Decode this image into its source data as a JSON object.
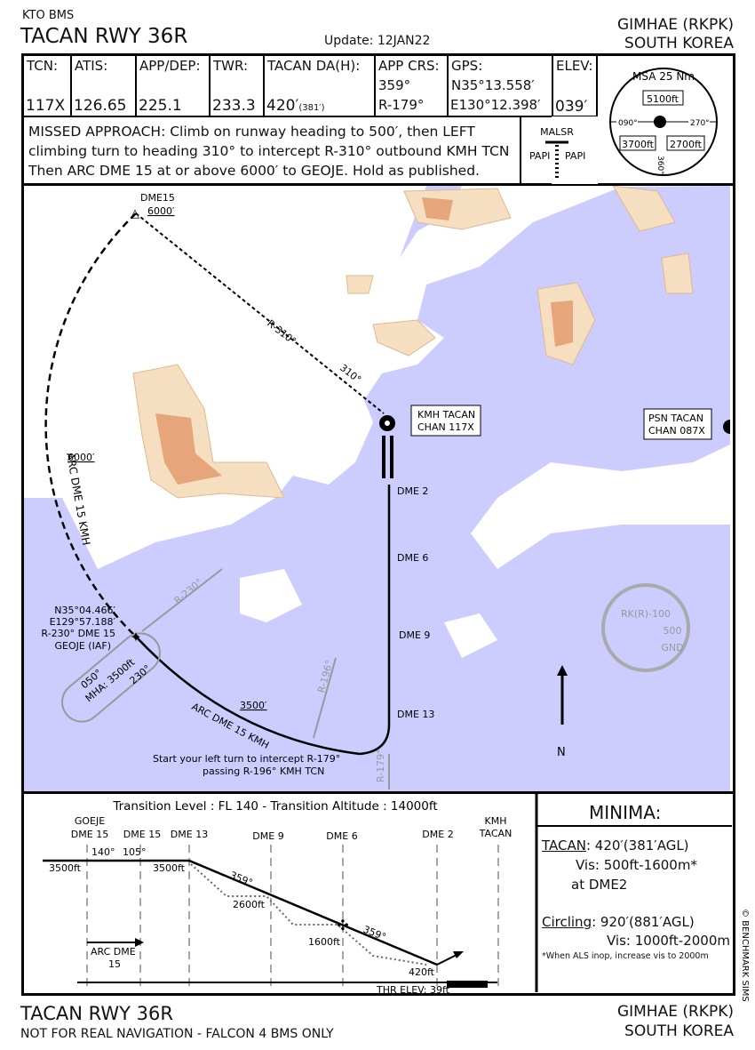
{
  "header": {
    "source": "KTO BMS",
    "title": "TACAN RWY 36R",
    "update": "Update: 12JAN22",
    "airport": "GIMHAE (RKPK)",
    "country": "SOUTH KOREA"
  },
  "info": {
    "tcn": {
      "label": "TCN:",
      "value": "117X"
    },
    "atis": {
      "label": "ATIS:",
      "value": "126.65"
    },
    "appdep": {
      "label": "APP/DEP:",
      "value": "225.1"
    },
    "twr": {
      "label": "TWR:",
      "value": "233.3"
    },
    "da": {
      "label": "TACAN DA(H):",
      "value": "420′",
      "sub": "(381′)"
    },
    "crs": {
      "label": "APP CRS:",
      "line1": "359°",
      "line2": "R-179°"
    },
    "gps": {
      "label": "GPS:",
      "line1": "N35°13.558′",
      "line2": "E130°12.398′"
    },
    "elev": {
      "label": "ELEV:",
      "value": "039′"
    }
  },
  "msa": {
    "title": "MSA 25 Nm",
    "north": "5100ft",
    "sw": "3700ft",
    "se": "2700ft",
    "w": "090°",
    "e": "270°",
    "s": "360°"
  },
  "missed": {
    "lines": [
      "MISSED APPROACH: Climb on runway heading to 500′, then LEFT",
      "climbing turn to heading 310° to intercept R-310° outbound KMH TCN",
      "Then ARC DME 15 at or above 6000′ to GEOJE. Hold as published."
    ]
  },
  "lighting": {
    "malsr": "MALSR",
    "papi_l": "PAPI",
    "papi_r": "PAPI"
  },
  "map": {
    "dme15": "DME15",
    "dme15_alt": "6000′",
    "r310": "R-310°",
    "r310_b": "310°",
    "kmh": [
      "KMH TACAN",
      "CHAN 117X"
    ],
    "psn": [
      "PSN TACAN",
      "CHAN 087X"
    ],
    "arc_label": "ARC DME 15 KMH",
    "arc_alt": "6000′",
    "geoje": [
      "N35°04.466′",
      "E129°57.188′",
      "R-230° DME 15",
      "GEOJE (IAF)"
    ],
    "r230": "R-230°",
    "hold_in": "050°",
    "hold_out": "230°",
    "mha": "MHA: 3500ft",
    "arc2_label": "ARC DME 15 KMH",
    "arc2_alt": "3500′",
    "r196": "R-196°",
    "r179": "R-179°",
    "note": [
      "Start your left turn to intercept R-179°",
      "passing R-196° KMH TCN"
    ],
    "dmes": [
      "DME 2",
      "DME 6",
      "DME 9",
      "DME 13"
    ],
    "restricted": "RK(R)-100",
    "restricted_top": "500",
    "restricted_bot": "GND",
    "north": "N"
  },
  "profile": {
    "transition": "Transition Level : FL 140  -  Transition Altitude : 14000ft",
    "fixes": [
      "GOEJE",
      "DME 15",
      "DME 15",
      "DME 13",
      "DME 9",
      "DME 6",
      "DME 2",
      "KMH",
      "TACAN"
    ],
    "crs140": "140°",
    "crs105": "105°",
    "alt_3500a": "3500ft",
    "alt_3500b": "3500ft",
    "crs359a": "359°",
    "crs359b": "359°",
    "alt2600": "2600ft",
    "alt1600": "1600ft",
    "alt420": "420ft",
    "arc": [
      "ARC DME",
      "15"
    ],
    "thr": "THR ELEV: 39ft"
  },
  "minima": {
    "title": "MINIMA:",
    "tacan_label": "TACAN",
    "tacan_val": ": 420′(381′AGL)",
    "tacan_vis": "Vis: 500ft-1600m*",
    "tacan_at": "at DME2",
    "circ_label": "Circling",
    "circ_val": ": 920′(881′AGL)",
    "circ_vis": "Vis: 1000ft-2000m",
    "note": "*When ALS inop, increase vis to 2000m"
  },
  "copyright": "© BENCHMARK SIMS",
  "footer": {
    "title": "TACAN RWY 36R",
    "disclaimer": "NOT FOR REAL NAVIGATION - FALCON 4 BMS ONLY",
    "airport": "GIMHAE (RKPK)",
    "country": "SOUTH KOREA"
  },
  "colors": {
    "water": "#ccccff",
    "terrain_low": "#f5dfc0",
    "terrain_high": "#e6a57a"
  }
}
